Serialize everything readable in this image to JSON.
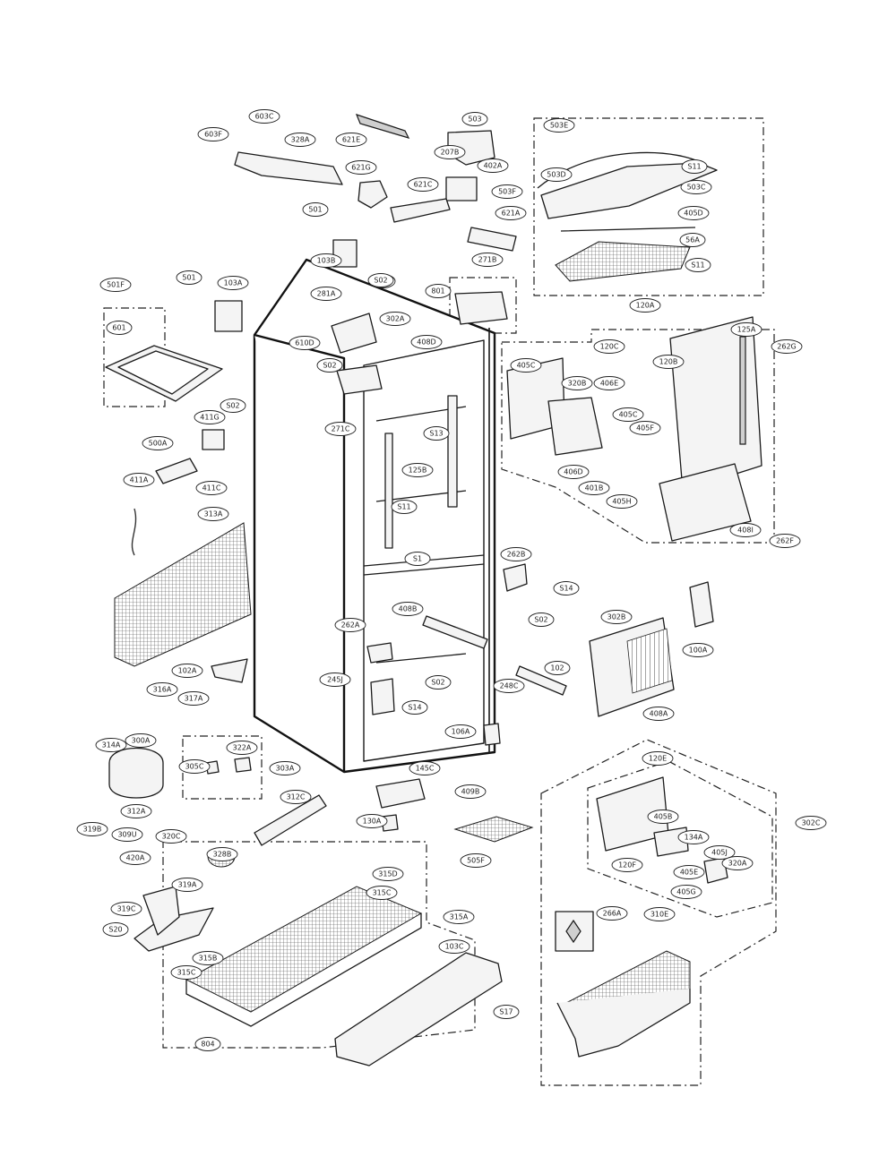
{
  "diagram": {
    "callouts": [
      {
        "id": "c-603C",
        "label": "603C"
      },
      {
        "id": "c-603F",
        "label": "603F"
      },
      {
        "id": "c-328A",
        "label": "328A"
      },
      {
        "id": "c-621E",
        "label": "621E"
      },
      {
        "id": "c-621G",
        "label": "621G"
      },
      {
        "id": "c-501",
        "label": "501"
      },
      {
        "id": "c-503",
        "label": "503"
      },
      {
        "id": "c-207B",
        "label": "207B"
      },
      {
        "id": "c-402A",
        "label": "402A"
      },
      {
        "id": "c-621C",
        "label": "621C"
      },
      {
        "id": "c-503F",
        "label": "503F"
      },
      {
        "id": "c-621A",
        "label": "621A"
      },
      {
        "id": "c-271B",
        "label": "271B"
      },
      {
        "id": "c-503E",
        "label": "503E"
      },
      {
        "id": "c-503D",
        "label": "503D"
      },
      {
        "id": "c-S11a",
        "label": "S11"
      },
      {
        "id": "c-503C",
        "label": "503C"
      },
      {
        "id": "c-405D",
        "label": "405D"
      },
      {
        "id": "c-564",
        "label": "56A"
      },
      {
        "id": "c-S11b",
        "label": "S11"
      },
      {
        "id": "c-103B",
        "label": "103B"
      },
      {
        "id": "c-501F",
        "label": "501F"
      },
      {
        "id": "c-501b",
        "label": "501"
      },
      {
        "id": "c-103A",
        "label": "103A"
      },
      {
        "id": "c-S02a",
        "label": "S02"
      },
      {
        "id": "c-601",
        "label": "601"
      },
      {
        "id": "c-281A",
        "label": "281A"
      },
      {
        "id": "c-302A",
        "label": "302A"
      },
      {
        "id": "c-S02b",
        "label": "S02"
      },
      {
        "id": "c-610D",
        "label": "610D"
      },
      {
        "id": "c-408D",
        "label": "408D"
      },
      {
        "id": "c-801",
        "label": "801"
      },
      {
        "id": "c-S02c",
        "label": "S02"
      },
      {
        "id": "c-120A",
        "label": "120A"
      },
      {
        "id": "c-125A",
        "label": "125A"
      },
      {
        "id": "c-262G",
        "label": "262G"
      },
      {
        "id": "c-120C",
        "label": "120C"
      },
      {
        "id": "c-120B",
        "label": "120B"
      },
      {
        "id": "c-405C",
        "label": "405C"
      },
      {
        "id": "c-320B",
        "label": "320B"
      },
      {
        "id": "c-406E",
        "label": "406E"
      },
      {
        "id": "c-405C2",
        "label": "405C"
      },
      {
        "id": "c-405F",
        "label": "405F"
      },
      {
        "id": "c-406D",
        "label": "406D"
      },
      {
        "id": "c-401B",
        "label": "401B"
      },
      {
        "id": "c-405H",
        "label": "405H"
      },
      {
        "id": "c-408I",
        "label": "408I"
      },
      {
        "id": "c-262F",
        "label": "262F"
      },
      {
        "id": "c-S02d",
        "label": "S02"
      },
      {
        "id": "c-411G",
        "label": "411G"
      },
      {
        "id": "c-271C",
        "label": "271C"
      },
      {
        "id": "c-S13",
        "label": "S13"
      },
      {
        "id": "c-500A",
        "label": "500A"
      },
      {
        "id": "c-411A",
        "label": "411A"
      },
      {
        "id": "c-125B",
        "label": "125B"
      },
      {
        "id": "c-411C",
        "label": "411C"
      },
      {
        "id": "c-313A",
        "label": "313A"
      },
      {
        "id": "c-S11c",
        "label": "S11"
      },
      {
        "id": "c-S1",
        "label": "S1"
      },
      {
        "id": "c-262B",
        "label": "262B"
      },
      {
        "id": "c-S14",
        "label": "S14"
      },
      {
        "id": "c-S02e",
        "label": "S02"
      },
      {
        "id": "c-408B",
        "label": "408B"
      },
      {
        "id": "c-262A",
        "label": "262A"
      },
      {
        "id": "c-302B",
        "label": "302B"
      },
      {
        "id": "c-100A",
        "label": "100A"
      },
      {
        "id": "c-102A",
        "label": "102A"
      },
      {
        "id": "c-245J",
        "label": "245J"
      },
      {
        "id": "c-S02f",
        "label": "S02"
      },
      {
        "id": "c-248C",
        "label": "248C"
      },
      {
        "id": "c-102",
        "label": "102"
      },
      {
        "id": "c-408A",
        "label": "408A"
      },
      {
        "id": "c-316A",
        "label": "316A"
      },
      {
        "id": "c-317A",
        "label": "317A"
      },
      {
        "id": "c-S14b",
        "label": "S14"
      },
      {
        "id": "c-106A",
        "label": "106A"
      },
      {
        "id": "c-314A",
        "label": "314A"
      },
      {
        "id": "c-300A",
        "label": "300A"
      },
      {
        "id": "c-305C",
        "label": "305C"
      },
      {
        "id": "c-322A",
        "label": "322A"
      },
      {
        "id": "c-303A",
        "label": "303A"
      },
      {
        "id": "c-145C",
        "label": "145C"
      },
      {
        "id": "c-120E",
        "label": "120E"
      },
      {
        "id": "c-312A",
        "label": "312A"
      },
      {
        "id": "c-312C",
        "label": "312C"
      },
      {
        "id": "c-130A",
        "label": "130A"
      },
      {
        "id": "c-409B",
        "label": "409B"
      },
      {
        "id": "c-405B",
        "label": "405B"
      },
      {
        "id": "c-302C",
        "label": "302C"
      },
      {
        "id": "c-319B",
        "label": "319B"
      },
      {
        "id": "c-309U",
        "label": "309U"
      },
      {
        "id": "c-320C",
        "label": "320C"
      },
      {
        "id": "c-328B",
        "label": "328B"
      },
      {
        "id": "c-134A",
        "label": "134A"
      },
      {
        "id": "c-420A",
        "label": "420A"
      },
      {
        "id": "c-315D",
        "label": "315D"
      },
      {
        "id": "c-120F",
        "label": "120F"
      },
      {
        "id": "c-405J",
        "label": "405J"
      },
      {
        "id": "c-405E",
        "label": "405E"
      },
      {
        "id": "c-320A",
        "label": "320A"
      },
      {
        "id": "c-319A",
        "label": "319A"
      },
      {
        "id": "c-315C",
        "label": "315C"
      },
      {
        "id": "c-405G",
        "label": "405G"
      },
      {
        "id": "c-505F",
        "label": "505F"
      },
      {
        "id": "c-319C",
        "label": "319C"
      },
      {
        "id": "c-315A",
        "label": "315A"
      },
      {
        "id": "c-S20",
        "label": "S20"
      },
      {
        "id": "c-266A",
        "label": "266A"
      },
      {
        "id": "c-310E",
        "label": "310E"
      },
      {
        "id": "c-103C",
        "label": "103C"
      },
      {
        "id": "c-315B",
        "label": "315B"
      },
      {
        "id": "c-315C2",
        "label": "315C"
      },
      {
        "id": "c-S17",
        "label": "S17"
      },
      {
        "id": "c-804",
        "label": "804"
      }
    ]
  }
}
